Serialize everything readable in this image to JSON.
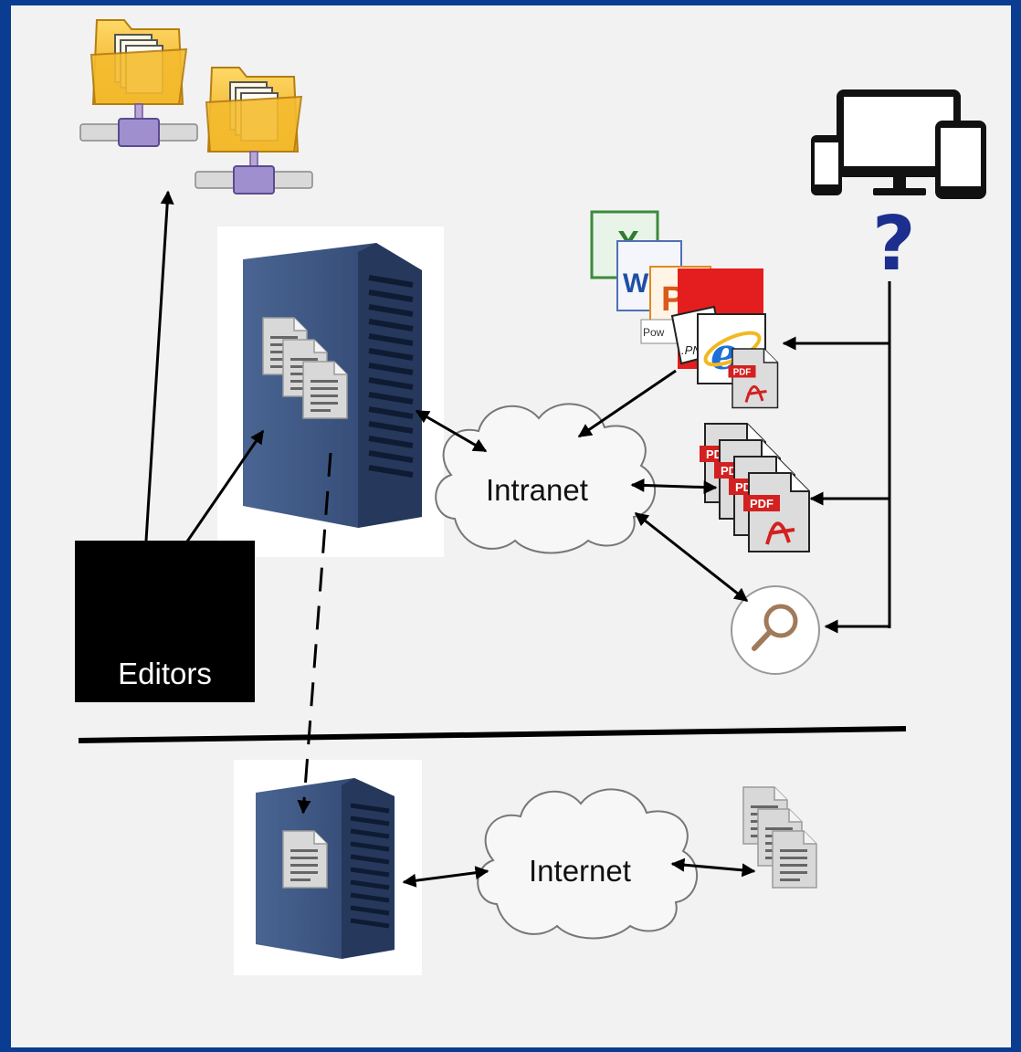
{
  "labels": {
    "editors": "Editors",
    "intranet": "Intranet",
    "internet": "Internet",
    "question": "?"
  },
  "icons": {
    "folder_servers": "network-folder-icon",
    "devices": "devices-icon",
    "office_docs": "office-documents-icon",
    "pdf_stack": "pdf-stack-icon",
    "search": "search-icon",
    "servers": "server-tower-icon",
    "documents": "document-stack-icon"
  },
  "colors": {
    "frame": "#0a3d91",
    "background": "#f2f2f2",
    "server_blue": "#3d5580",
    "editors_bg": "#000000",
    "question": "#1c2f8f",
    "pdf_red": "#d32020"
  }
}
